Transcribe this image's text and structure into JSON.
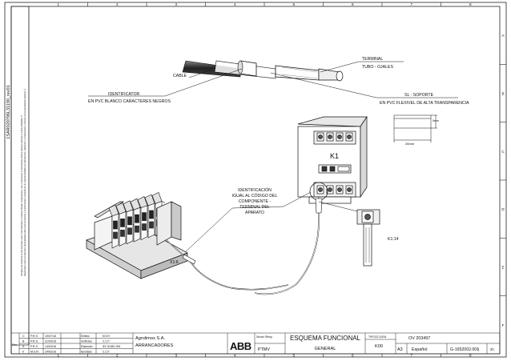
{
  "frame": {
    "columns": [
      "1",
      "2",
      "3",
      "4",
      "5",
      "6",
      "7",
      "8"
    ],
    "rows": [
      "A",
      "B",
      "C",
      "D",
      "E",
      "F"
    ]
  },
  "side_panel": {
    "document_id": "1SAR020796L31190_rev01",
    "notice_en": "All rights are reserved in this document and in the information contained therein. Reproduction, use or disclosure to third parties without express authority is strictly forbidden. ©",
    "notice_es": "Reservados todos los derechos de propiedad sobre este documento y la información contenida en él. Queda prohibida su reproducción, utilización o comunicación a terceros sin la autorización expresa. ©"
  },
  "labels": {
    "cable": "CABLE",
    "identificador": "IDENTIFICATOR",
    "en_pvc_blanco": "EN PVC BLANCO CARACTERES NEGROS",
    "terminal": "TERMINAL",
    "tubo_ojales": "TUBO - OJALES",
    "sl_soporte": "SL - SOPORTE",
    "en_pvc_flexivel": "EN PVC FLEXIVEL DE ALTA TRANSPARENCIA",
    "dim_w": "26mm",
    "dim_h": "5mm",
    "k1": "K1",
    "k1_14": "K1:14",
    "x1_6": "X1:6",
    "identificacion": [
      "IDENTIFICACIÓN",
      "IGUAL AL CÓDIGO DEL",
      "COMPONENTE -",
      "TERMINAL DEL",
      "APARATO"
    ]
  },
  "title_block": {
    "revisions": [
      {
        "rev": "C",
        "by": "P.R.S.",
        "date": "19/07/16"
      },
      {
        "rev": "B",
        "by": "P.R.S.",
        "date": "31/03/16"
      },
      {
        "rev": "A",
        "by": "P.R.S.",
        "date": "14/03/16"
      },
      {
        "rev": "0",
        "by": "M.S.R.",
        "date": "24/02/16"
      }
    ],
    "rev_header": "Rev.",
    "roles": [
      {
        "role": "Emitido",
        "value": "M.S.R."
      },
      {
        "role": "Verificado",
        "value": "C.C.P."
      },
      {
        "role": "Elaborado",
        "value": "IEC 61082-1EN"
      },
      {
        "role": "Aprobado",
        "value": "C.C.P."
      }
    ],
    "company": "Agrolimos S.A.",
    "project": "ARRANCADORES",
    "sector_label": "Sector /Resp.",
    "sector_value": "PTMV",
    "logo": "ABB",
    "title": "ESQUEMA FUNCIONAL",
    "subtitle": "GENERAL",
    "code_label": "TIPO/22-20/34",
    "code_value": "K00",
    "ov": "OV 203497",
    "size": "A3",
    "language": "Español",
    "drawing_no": "G-1652002.001",
    "sheet": "1",
    "sheets": "2h"
  }
}
